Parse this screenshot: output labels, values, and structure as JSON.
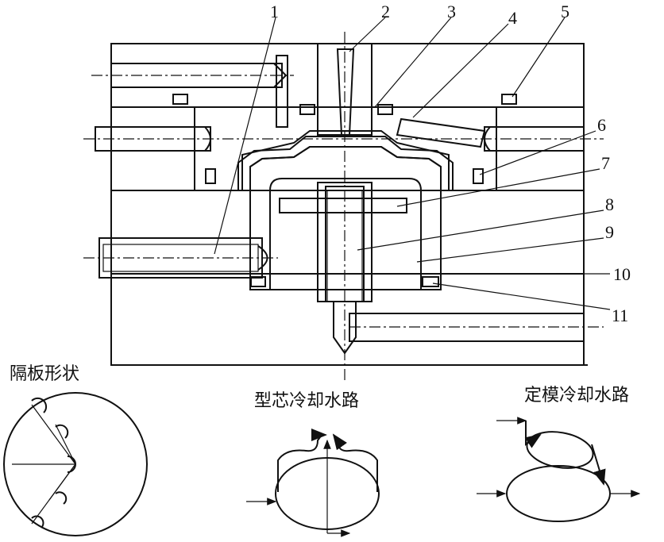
{
  "callouts": [
    "1",
    "2",
    "3",
    "4",
    "5",
    "6",
    "7",
    "8",
    "9",
    "10",
    "11"
  ],
  "captions": {
    "baffle_shape": "隔板形状",
    "core_cooling": "型芯冷却水路",
    "cavity_cooling": "定模冷却水路"
  }
}
